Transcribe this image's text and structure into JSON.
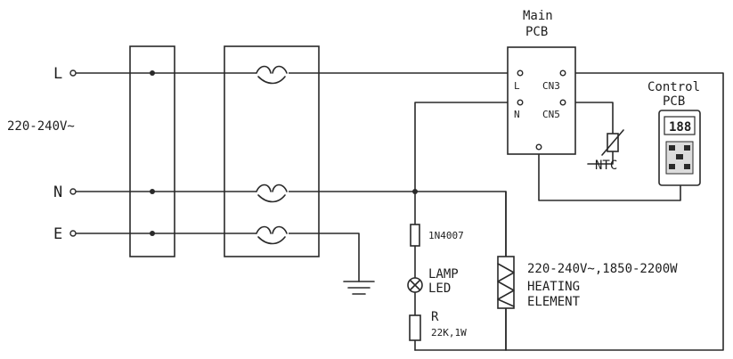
{
  "labels": {
    "line": "L",
    "neutral": "N",
    "earth": "E",
    "supply_voltage": "220-240V~",
    "main_pcb_line1": "Main",
    "main_pcb_line2": "PCB",
    "pcb_pin_l": "L",
    "pcb_pin_n": "N",
    "pcb_cn3": "CN3",
    "pcb_cn5": "CN5",
    "control_pcb_line1": "Control",
    "control_pcb_line2": "PCB",
    "display_readout": "188",
    "ntc": "NTC",
    "diode": "1N4007",
    "lamp_line1": "LAMP",
    "lamp_line2": "LED",
    "resistor_name": "R",
    "resistor_value": "22K,1W",
    "heater_rating": "220-240V~,1850-2200W",
    "heater_line1": "HEATING",
    "heater_line2": "ELEMENT"
  },
  "colors": {
    "wire": "#2a2a2a",
    "text": "#1e1e1e",
    "background": "#ffffff"
  }
}
